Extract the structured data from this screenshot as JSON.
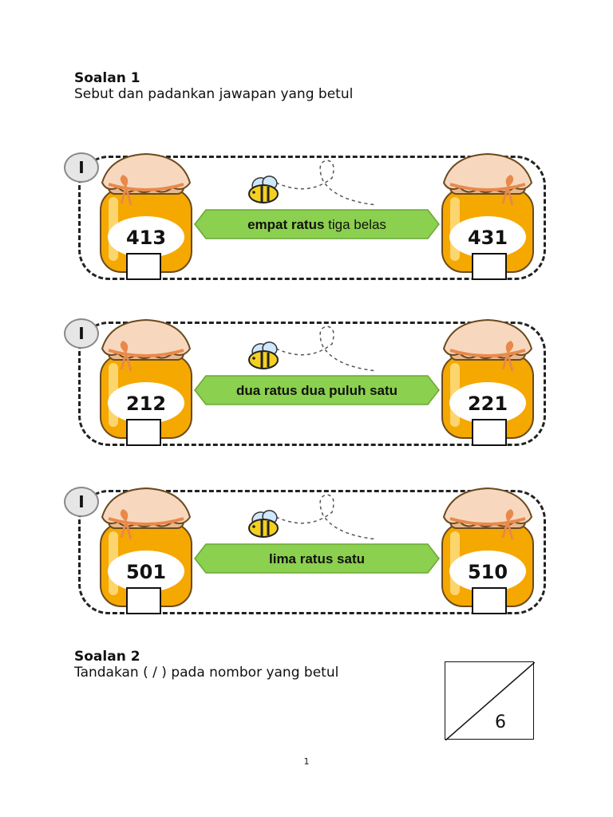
{
  "question1": {
    "title": "Soalan 1",
    "instruction": "Sebut dan padankan jawapan yang betul",
    "marker": "I",
    "items": [
      {
        "left_number": "413",
        "phrase_bold": "empat ratus",
        "phrase_rest": " tiga belas",
        "right_number": "431"
      },
      {
        "left_number": "212",
        "phrase_bold": "dua ratus dua puluh satu",
        "phrase_rest": "",
        "right_number": "221"
      },
      {
        "left_number": "501",
        "phrase_bold": "lima ratus satu",
        "phrase_rest": "",
        "right_number": "510"
      }
    ]
  },
  "question2": {
    "title": "Soalan 2",
    "instruction": "Tandakan ( / ) pada nombor yang betul"
  },
  "score": {
    "total": "6"
  },
  "page_number": "1",
  "colors": {
    "honey": "#f5a800",
    "lid": "#f7d8bf",
    "ribbon": "#e8894a",
    "arrow": "#8bd04e",
    "bee": "#f4d020"
  }
}
